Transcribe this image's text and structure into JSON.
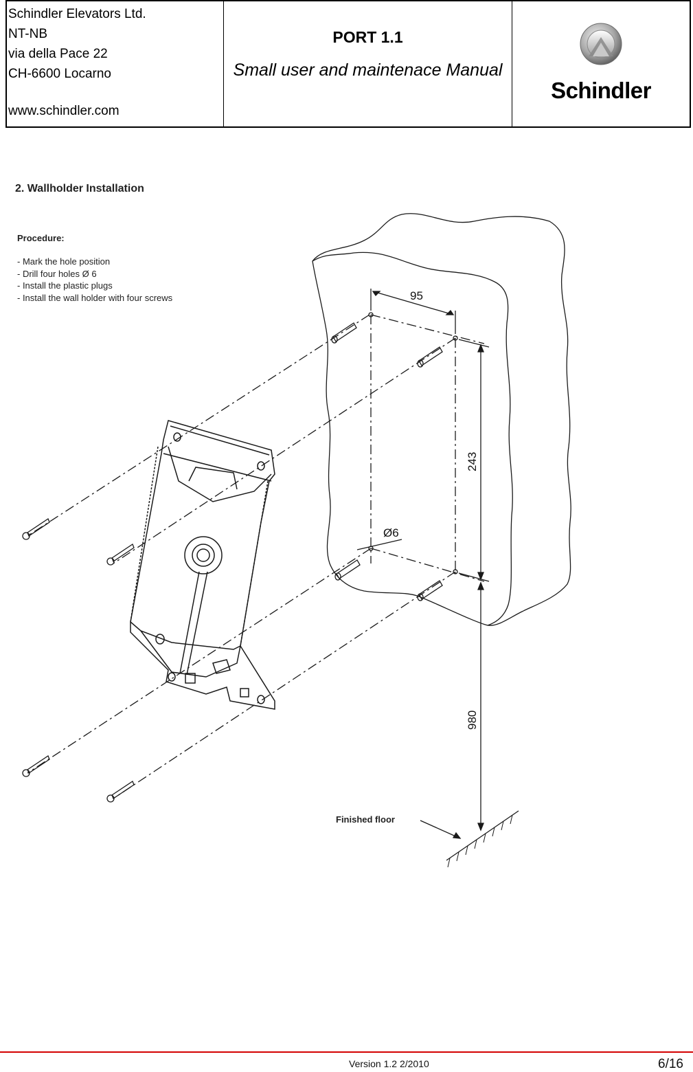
{
  "header": {
    "company_lines": [
      "Schindler Elevators Ltd.",
      "NT-NB",
      "via della Pace 22",
      "CH-6600 Locarno"
    ],
    "website": "www.schindler.com",
    "doc_title": "PORT 1.1",
    "doc_subtitle": "Small user and maintenace Manual",
    "logo_text": "Schindler"
  },
  "section": {
    "heading": "2.  Wallholder Installation",
    "procedure_title": "Procedure:",
    "steps": [
      "- Mark the hole position",
      "- Drill four holes Ø 6",
      "- Install the plastic plugs",
      "- Install the wall holder with four screws"
    ]
  },
  "figure": {
    "dim_width": "95",
    "dim_height": "243",
    "dim_hole": "Ø6",
    "dim_floor": "980",
    "floor_label": "Finished floor"
  },
  "footer": {
    "version": "Version 1.2 2/2010",
    "page": "6/16",
    "rule_color": "#d40000"
  }
}
